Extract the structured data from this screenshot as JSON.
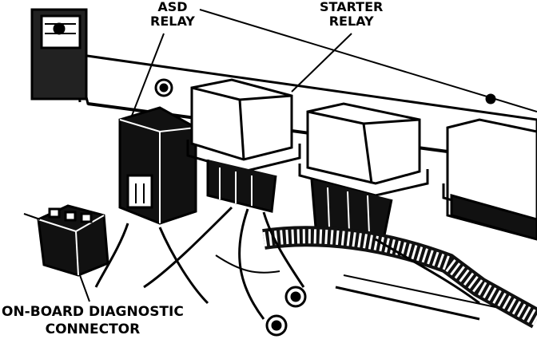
{
  "diagram": {
    "labels": {
      "asd_relay": {
        "line1": "ASD",
        "line2": "RELAY"
      },
      "starter_relay": {
        "line1": "STARTER",
        "line2": "RELAY"
      },
      "diagnostic_connector": {
        "line1": "ON-BOARD DIAGNOSTIC",
        "line2": "CONNECTOR"
      }
    },
    "colors": {
      "ink": "#000000",
      "paper": "#ffffff"
    }
  }
}
